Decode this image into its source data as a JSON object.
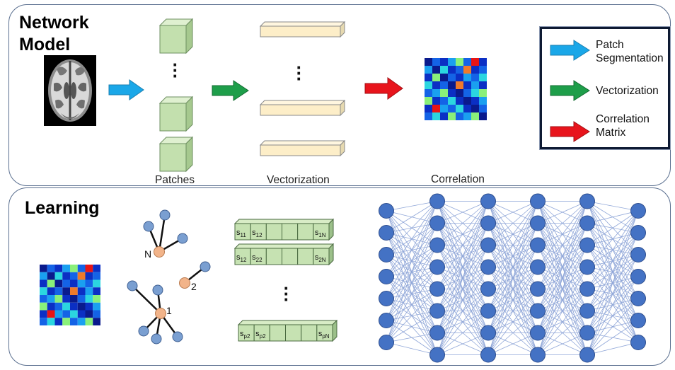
{
  "network_panel": {
    "title_line1": "Network",
    "title_line2": "Model",
    "stages": [
      "Patches",
      "Vectorization",
      "Correlation"
    ]
  },
  "learning_panel": {
    "title": "Learning",
    "graph_nodes": [
      "N",
      "2",
      "1"
    ],
    "vector_rows": [
      [
        "s11",
        "s12",
        "s1N"
      ],
      [
        "s12",
        "s22",
        "s2N"
      ],
      [
        "sp2",
        "sp2",
        "spN"
      ]
    ]
  },
  "legend": {
    "items": [
      {
        "label_lines": [
          "Patch",
          "Segmentation"
        ],
        "color": "#1aa7e8"
      },
      {
        "label_lines": [
          "Vectorization"
        ],
        "color": "#1e9e4a"
      },
      {
        "label_lines": [
          "Correlation",
          "Matrix"
        ],
        "color": "#e8141c"
      }
    ]
  },
  "network": {
    "layer_sizes": [
      7,
      8,
      8,
      8,
      8,
      7
    ],
    "node_color": "#4472c4"
  }
}
